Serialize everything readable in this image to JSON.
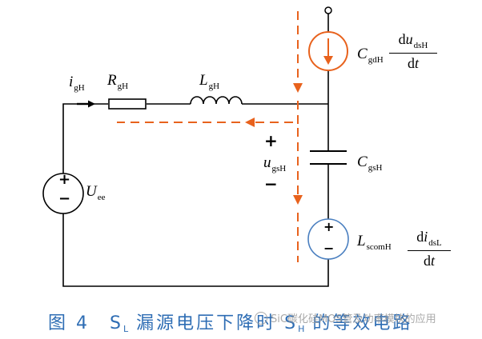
{
  "diagram": {
    "labels": {
      "current_i": "i",
      "current_sub": "gH",
      "resistor_R": "R",
      "resistor_sub": "gH",
      "inductor_L": "L",
      "inductor_sub": "gH",
      "source_U": "U",
      "source_sub": "ee",
      "voltage_u": "u",
      "voltage_sub": "gsH",
      "cap_C": "C",
      "cap_sub": "gsH",
      "cgd_C": "C",
      "cgd_sub": "gdH",
      "cgd_frac_num_d": "d",
      "cgd_frac_num_u": "u",
      "cgd_frac_num_sub": "dsH",
      "cgd_frac_den": "dt",
      "lscom_L": "L",
      "lscom_sub": "scomH",
      "lscom_frac_num_d": "d",
      "lscom_frac_num_i": "i",
      "lscom_frac_num_sub": "dsL",
      "lscom_frac_den": "dt",
      "plus": "+",
      "minus": "−"
    },
    "colors": {
      "wire": "#000000",
      "loop_arrow": "#e8621d",
      "current_source": "#e8621d",
      "voltage_source_ring": "#4a7fc0",
      "caption": "#2e6db4"
    }
  },
  "caption": {
    "prefix": "图 4　S",
    "prefix_sub": "L",
    "middle": " 漏源电压下降时 S",
    "middle_sub": "H",
    "suffix": " 的等效电路"
  },
  "watermark": {
    "text": "SiC碳化硅MOS管及功率模块的应用"
  }
}
